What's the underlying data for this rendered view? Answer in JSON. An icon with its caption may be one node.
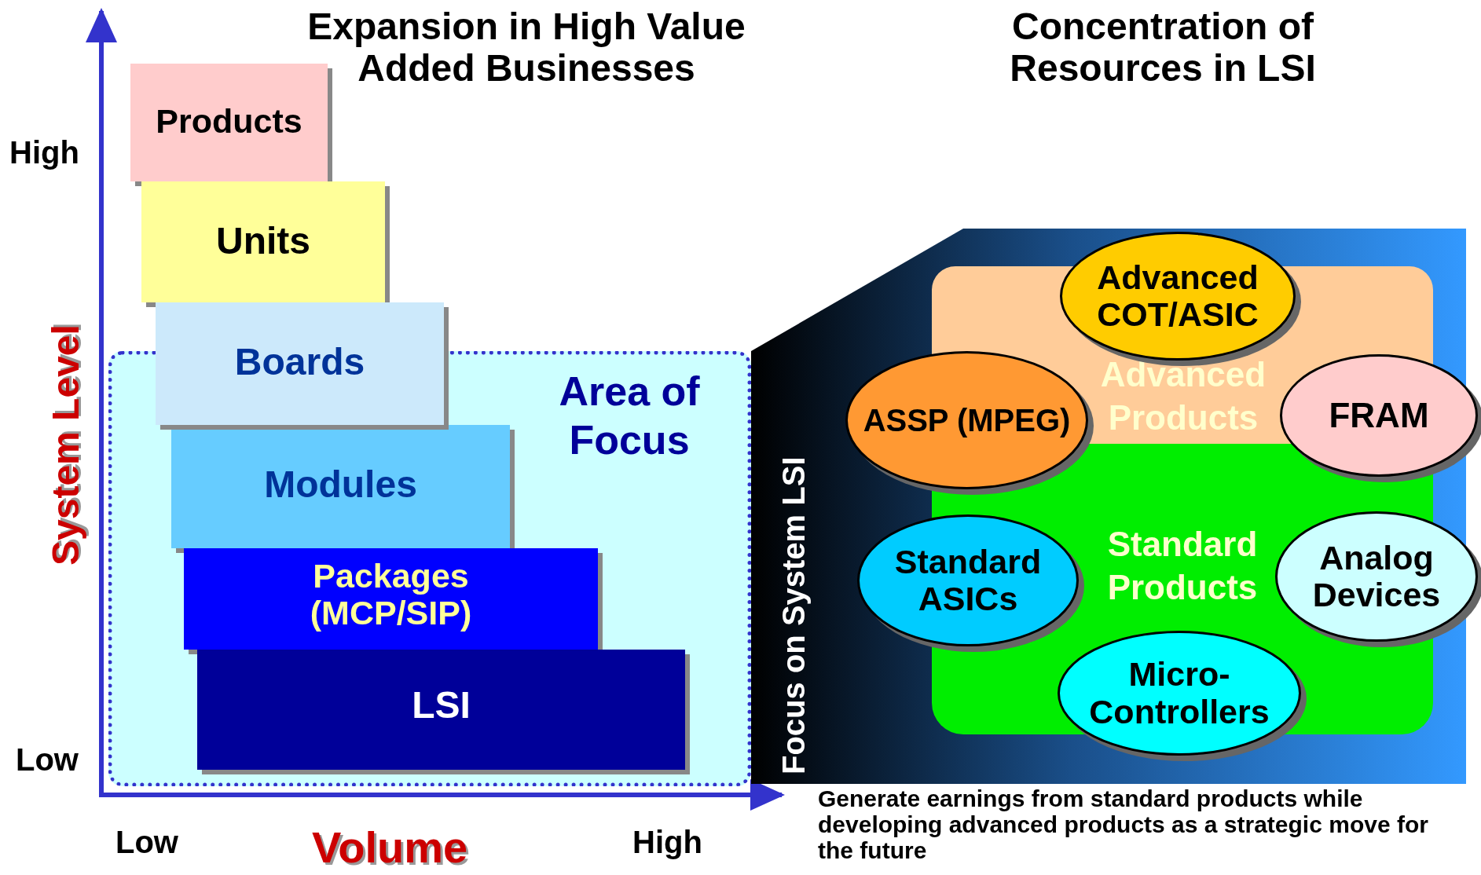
{
  "diagram": {
    "nodes": [
      {
        "text": [
          "Products"
        ]
      },
      {
        "text": [
          "Units"
        ]
      },
      {
        "text": [
          "Boards"
        ]
      },
      {
        "text": [
          "Modules"
        ],
        "in": 6
      },
      {
        "text": [
          "Packages (MCP/SIP)"
        ],
        "in": 6
      },
      {
        "text": [
          "LSI"
        ],
        "in": 6
      },
      {
        "text": [
          "Area of Focus"
        ]
      },
      {
        "text": [
          "Focus on System LSI"
        ]
      },
      {
        "text": [
          "Advanced Products"
        ],
        "in": 7
      },
      {
        "text": [
          "Standard Products"
        ],
        "in": 7
      },
      {
        "text": [
          "Advanced COT/ASIC"
        ],
        "in": 7
      },
      {
        "text": [
          "ASSP (MPEG)"
        ],
        "in": 7
      },
      {
        "text": [
          "FRAM"
        ],
        "in": 7
      },
      {
        "text": [
          "Standard ASICs"
        ],
        "in": 7
      },
      {
        "text": [
          "Analog Devices"
        ],
        "in": 7
      },
      {
        "text": [
          "Micro-Controllers"
        ],
        "in": 7
      }
    ],
    "edges": [],
    "labels": [
      "Expansion in High Value Added Businesses",
      "Concentration of Resources in LSI",
      "High",
      "System Level",
      "Low",
      "Low",
      "Volume",
      "High",
      "Generate earnings from standard products while developing advanced products as a strategic move for the future"
    ]
  }
}
